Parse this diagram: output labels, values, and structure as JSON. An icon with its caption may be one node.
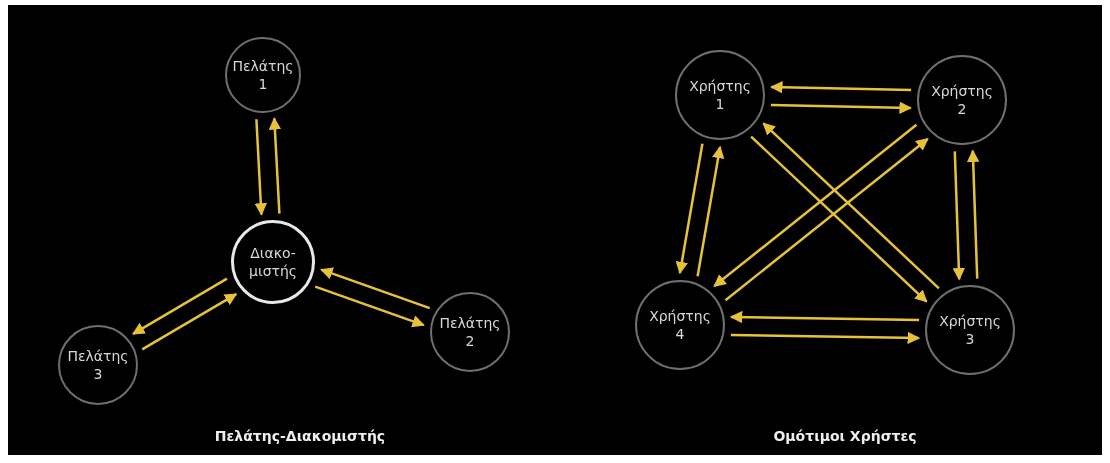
{
  "diagram": {
    "nodes": [
      {
        "text": [
          "Πελάτης 1"
        ]
      },
      {
        "text": [
          "Διακο- μιστής"
        ]
      },
      {
        "text": [
          "Πελάτης 2"
        ]
      },
      {
        "text": [
          "Πελάτης 3"
        ]
      },
      {
        "text": [
          "Χρήστης 1"
        ]
      },
      {
        "text": [
          "Χρήστης 2"
        ]
      },
      {
        "text": [
          "Χρήστης 4"
        ]
      },
      {
        "text": [
          "Χρήστης 3"
        ]
      }
    ],
    "edges": [
      {
        "from": 0,
        "to": 1,
        "arrow": "to"
      },
      {
        "from": 1,
        "to": 0,
        "arrow": "to"
      },
      {
        "from": 2,
        "to": 1,
        "arrow": "to"
      },
      {
        "from": 1,
        "to": 2,
        "arrow": "to"
      },
      {
        "from": 1,
        "to": 3,
        "arrow": "to"
      },
      {
        "from": 3,
        "to": 1,
        "arrow": "to"
      },
      {
        "from": 5,
        "to": 4,
        "arrow": "to"
      },
      {
        "from": 4,
        "to": 5,
        "arrow": "to"
      },
      {
        "from": 4,
        "to": 6,
        "arrow": "to"
      },
      {
        "from": 6,
        "to": 4,
        "arrow": "to"
      },
      {
        "from": 5,
        "to": 7,
        "arrow": "to"
      },
      {
        "from": 7,
        "to": 5,
        "arrow": "to"
      },
      {
        "from": 7,
        "to": 6,
        "arrow": "to"
      },
      {
        "from": 6,
        "to": 7,
        "arrow": "to"
      },
      {
        "from": 4,
        "to": 7,
        "arrow": "to"
      },
      {
        "from": 7,
        "to": 4,
        "arrow": "to"
      },
      {
        "from": 5,
        "to": 6,
        "arrow": "to"
      },
      {
        "from": 6,
        "to": 5,
        "arrow": "to"
      }
    ],
    "labels": [
      "Πελάτης-Διακομιστής",
      "Ομότιμοι Χρήστες"
    ]
  }
}
